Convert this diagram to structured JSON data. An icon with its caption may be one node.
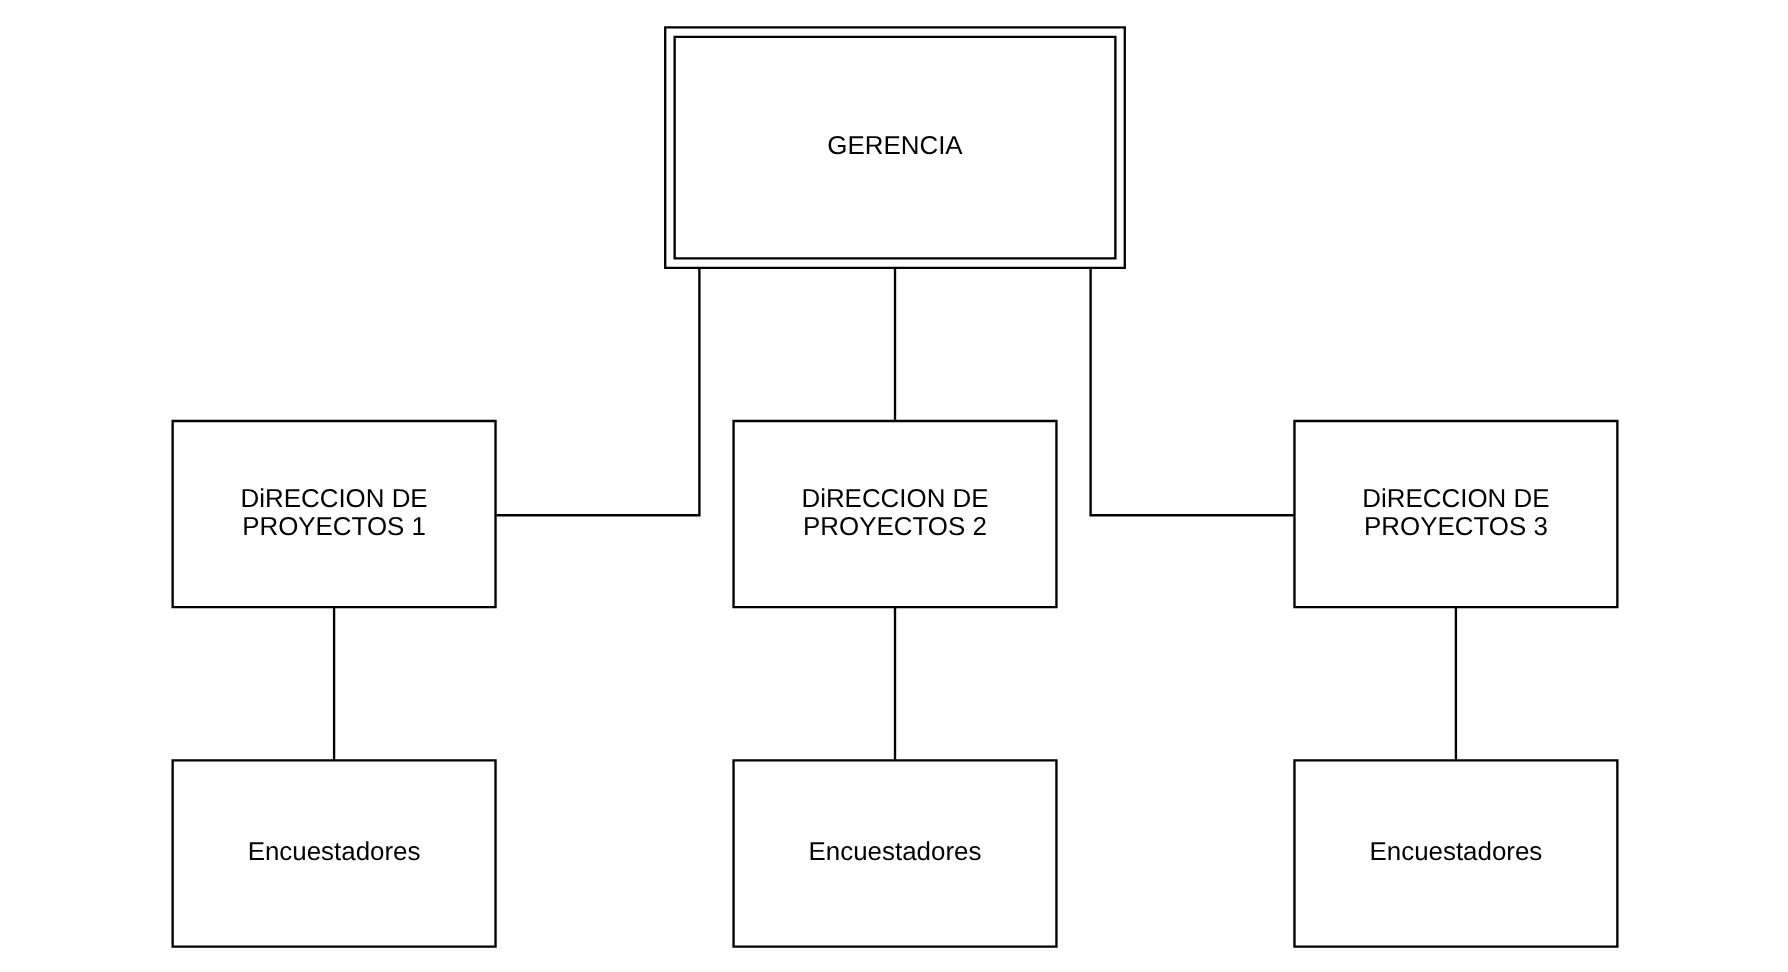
{
  "diagram": {
    "nodes": [
      {
        "text": [
          "GERENCIA"
        ]
      },
      {
        "text": [
          "DiRECCION DE PROYECTOS 1"
        ]
      },
      {
        "text": [
          "DiRECCION DE PROYECTOS 2"
        ]
      },
      {
        "text": [
          "DiRECCION DE PROYECTOS 3"
        ]
      },
      {
        "text": [
          "Encuestadores"
        ]
      },
      {
        "text": [
          "Encuestadores"
        ]
      },
      {
        "text": [
          "Encuestadores"
        ]
      }
    ],
    "edges": [
      {
        "from": 0,
        "to": 1,
        "arrow": "none"
      },
      {
        "from": 0,
        "to": 2,
        "arrow": "none"
      },
      {
        "from": 0,
        "to": 3,
        "arrow": "none"
      },
      {
        "from": 1,
        "to": 4,
        "arrow": "none"
      },
      {
        "from": 2,
        "to": 5,
        "arrow": "none"
      },
      {
        "from": 3,
        "to": 6,
        "arrow": "none"
      }
    ]
  }
}
